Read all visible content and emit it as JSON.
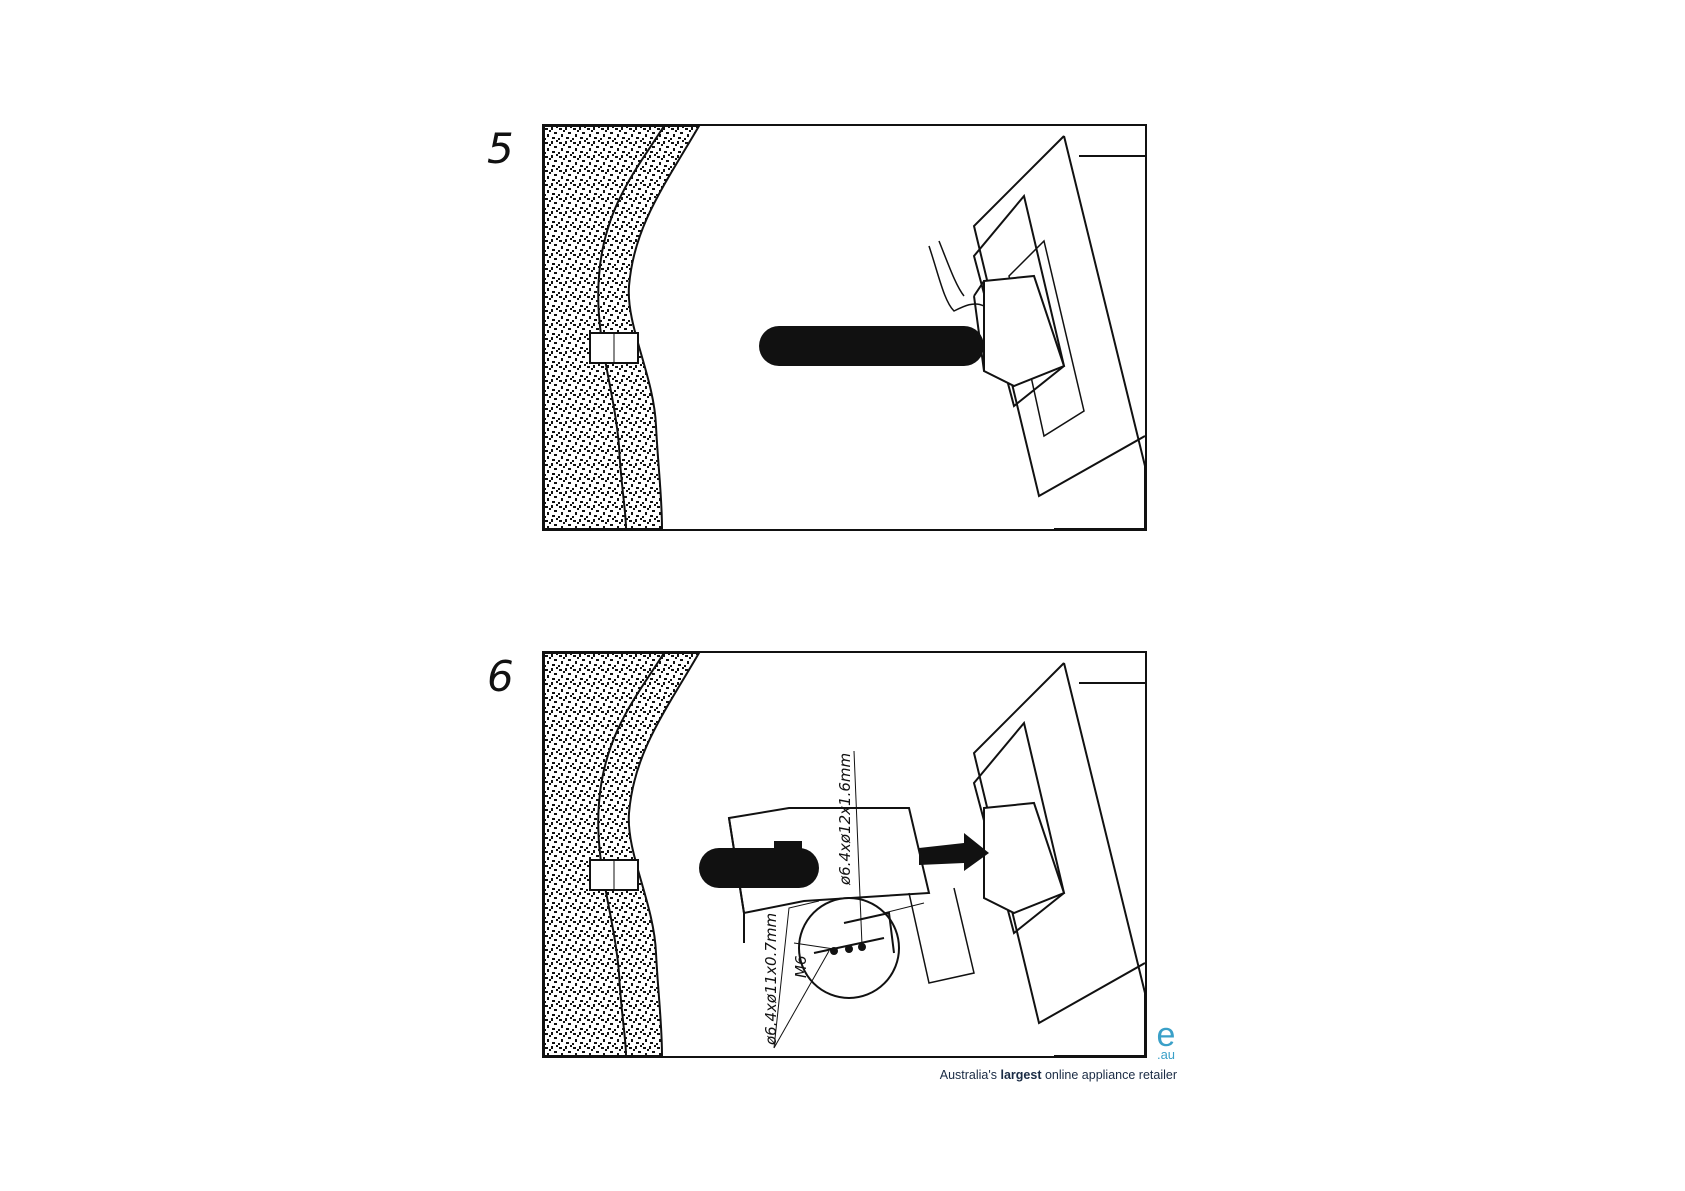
{
  "steps": [
    {
      "number": "5"
    },
    {
      "number": "6"
    }
  ],
  "dimension_labels": {
    "washer_large": "ø6.4xø12x1.6mm",
    "washer_small": "ø6.4xø11x0.7mm",
    "bolt": "M6"
  },
  "brand": {
    "logo_letter": "e",
    "logo_suffix": ".au",
    "tagline_pre": "Australia's ",
    "tagline_bold": "largest",
    "tagline_post": " online appliance retailer",
    "color": "#3aa0c8"
  }
}
